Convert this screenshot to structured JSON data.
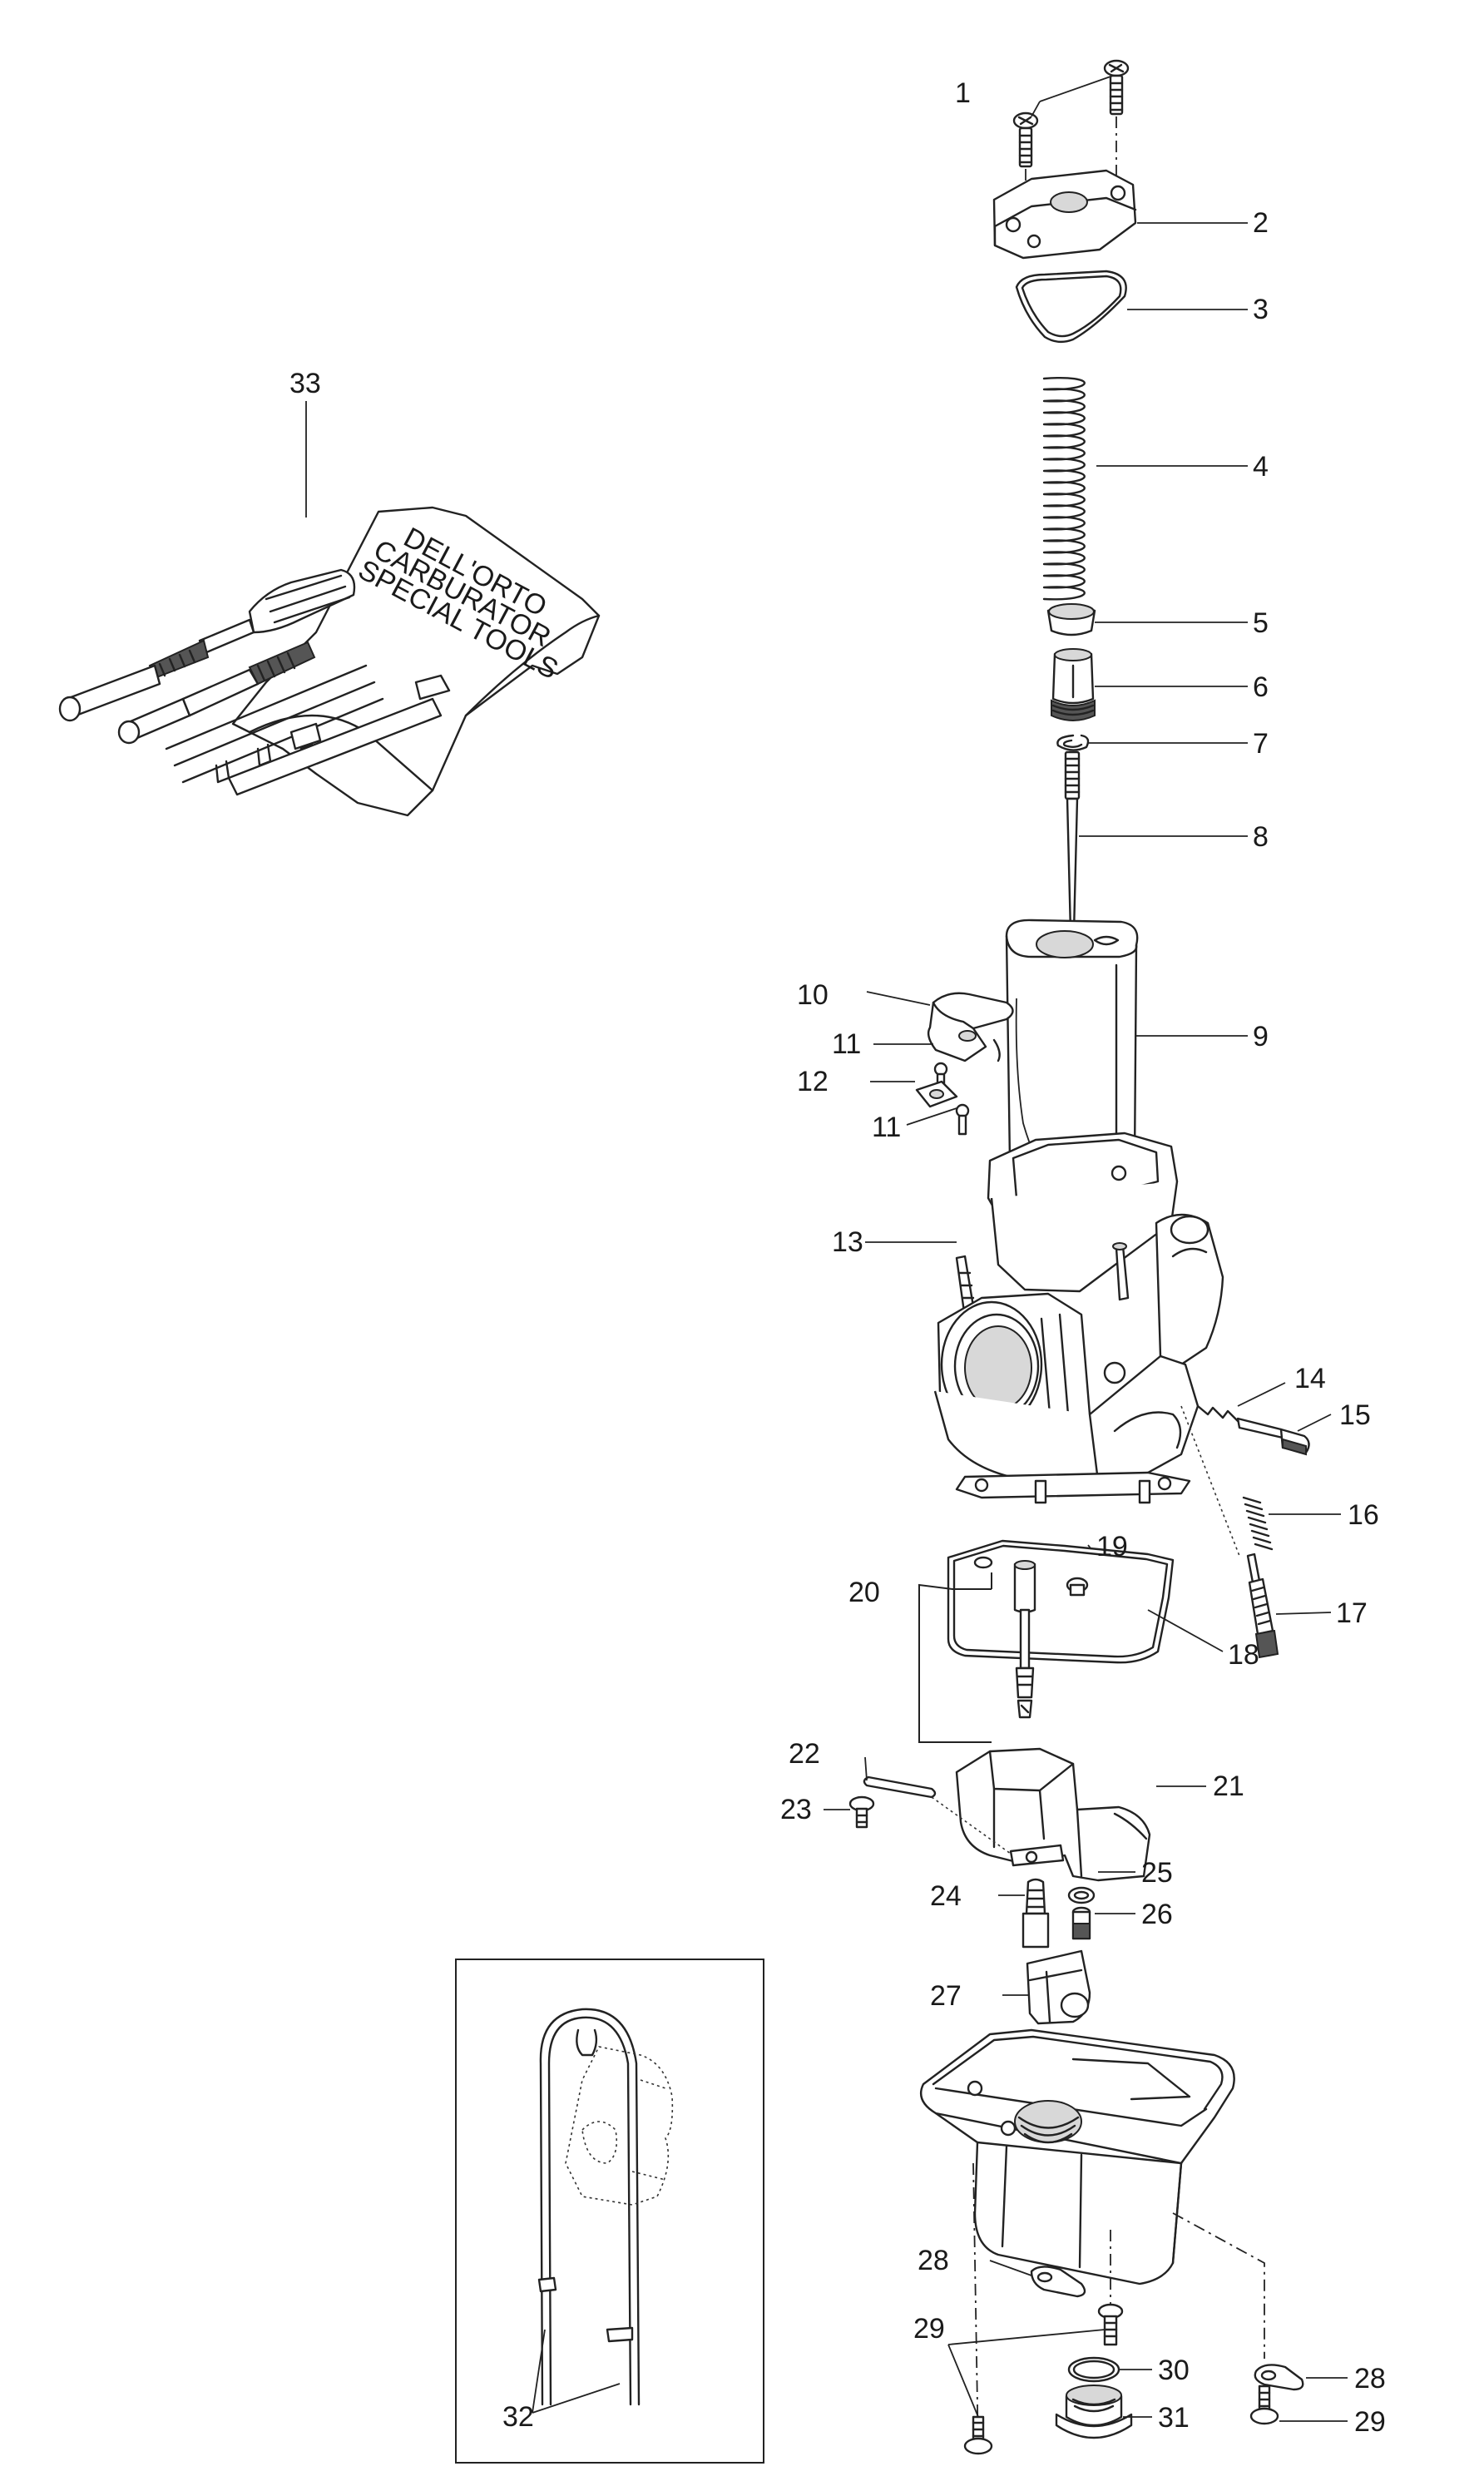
{
  "callouts": {
    "c1": "1",
    "c2": "2",
    "c3": "3",
    "c4": "4",
    "c5": "5",
    "c6": "6",
    "c7": "7",
    "c8": "8",
    "c9": "9",
    "c10": "10",
    "c11a": "11",
    "c11b": "11",
    "c12": "12",
    "c13": "13",
    "c14": "14",
    "c15": "15",
    "c16": "16",
    "c17": "17",
    "c18": "18",
    "c19": "19",
    "c20": "20",
    "c21": "21",
    "c22": "22",
    "c23": "23",
    "c24": "24",
    "c25": "25",
    "c26": "26",
    "c27": "27",
    "c28a": "28",
    "c28b": "28",
    "c29a": "29",
    "c29b": "29",
    "c30": "30",
    "c31": "31",
    "c32": "32",
    "c33": "33"
  },
  "toolkit_pouch": {
    "line1": "DELL'ORTO",
    "line2": "CARBURATOR",
    "line3": "SPECIAL TOOLS"
  }
}
